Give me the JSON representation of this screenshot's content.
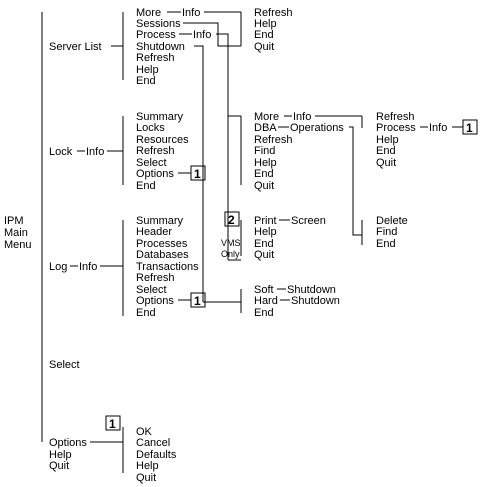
{
  "root": {
    "lines": [
      "IPM",
      "Main",
      "Menu"
    ]
  },
  "main_menu": {
    "server_list": "Server List",
    "lock": "Lock",
    "lock_info": "Info",
    "log": "Log",
    "log_info": "Info",
    "select": "Select",
    "options": "Options",
    "help": "Help",
    "quit": "Quit"
  },
  "server_list_menu": {
    "more": "More",
    "more_info": "Info",
    "sessions": "Sessions",
    "process": "Process",
    "process_info": "Info",
    "shutdown": "Shutdown",
    "refresh": "Refresh",
    "help": "Help",
    "end": "End"
  },
  "more_info_menu": [
    "Refresh",
    "Help",
    "End",
    "Quit"
  ],
  "process_sub_menu": {
    "more": "More",
    "more_info": "Info",
    "dba": "DBA",
    "operations": "Operations",
    "items": [
      "Refresh",
      "Find",
      "Help",
      "End",
      "Quit"
    ]
  },
  "more_info2_menu": {
    "refresh": "Refresh",
    "process": "Process",
    "process_info": "Info",
    "items": [
      "Help",
      "End",
      "Quit"
    ]
  },
  "operations_menu": [
    "Delete",
    "Find",
    "End"
  ],
  "shutdown_menu": {
    "soft": "Soft",
    "soft_shutdown": "Shutdown",
    "hard": "Hard",
    "hard_shutdown": "Shutdown",
    "end": "End"
  },
  "print_menu": {
    "print": "Print",
    "screen": "Screen",
    "items": [
      "Help",
      "End",
      "Quit"
    ],
    "vms": "VMS",
    "only": "Only"
  },
  "lock_info_menu": [
    "Summary",
    "Locks",
    "Resources",
    "Refresh",
    "Select"
  ],
  "lock_options": "Options",
  "lock_end": "End",
  "log_info_menu": [
    "Summary",
    "Header",
    "Processes",
    "Databases",
    "Transactions",
    "Refresh",
    "Select"
  ],
  "log_options": "Options",
  "log_end": "End",
  "options_menu": [
    "OK",
    "Cancel",
    "Defaults",
    "Help",
    "Quit"
  ],
  "box_labels": {
    "one": "1",
    "two": "2"
  }
}
